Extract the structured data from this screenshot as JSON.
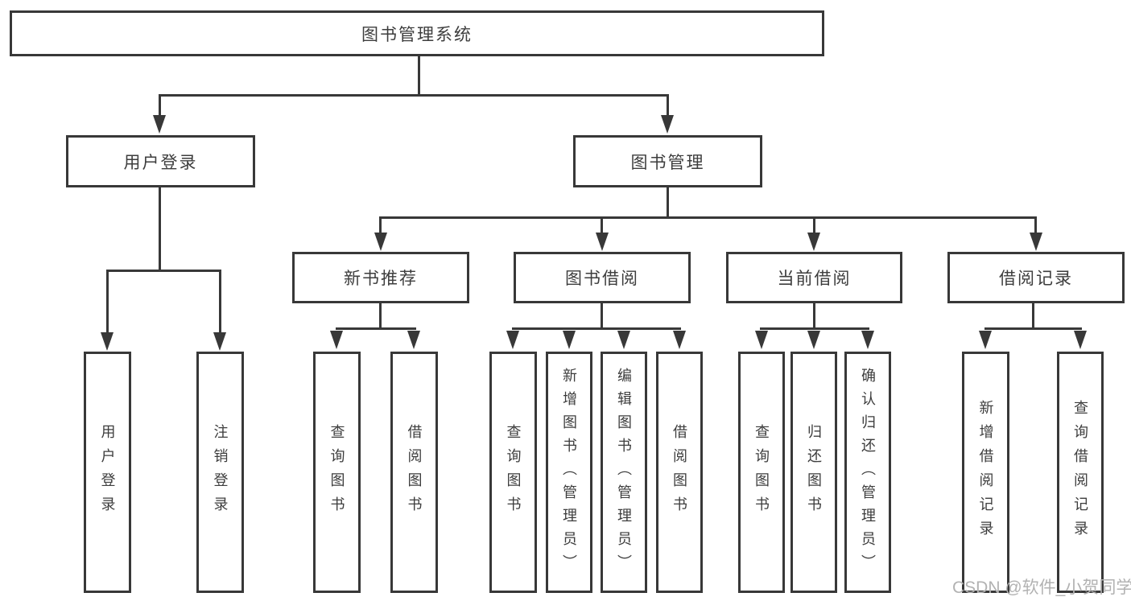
{
  "diagram": {
    "title": "图书管理系统",
    "watermark": "CSDN @软件_小贺同学",
    "colors": {
      "line": "#383838",
      "text": "#3d3d3d",
      "background": "#ffffff",
      "watermark": "#b2b2b2"
    },
    "nodes": {
      "root": "图书管理系统",
      "login": "用户登录",
      "mgmt": "图书管理",
      "leaf_login": "用户登录",
      "leaf_logout": "注销登录",
      "rec": "新书推荐",
      "borrow": "图书借阅",
      "current": "当前借阅",
      "records": "借阅记录",
      "rec_query": "查询图书",
      "rec_borrow": "借阅图书",
      "bor_query": "查询图书",
      "bor_add": "新增图书（管理员）",
      "bor_edit": "编辑图书（管理员）",
      "bor_borrow": "借阅图书",
      "cur_query": "查询图书",
      "cur_return": "归还图书",
      "cur_confirm": "确认归还（管理员）",
      "recs_add": "新增借阅记录",
      "recs_query": "查询借阅记录"
    },
    "structure": {
      "label": "图书管理系统",
      "children": [
        {
          "label": "用户登录",
          "children": [
            {
              "label": "用户登录"
            },
            {
              "label": "注销登录"
            }
          ]
        },
        {
          "label": "图书管理",
          "children": [
            {
              "label": "新书推荐",
              "children": [
                {
                  "label": "查询图书"
                },
                {
                  "label": "借阅图书"
                }
              ]
            },
            {
              "label": "图书借阅",
              "children": [
                {
                  "label": "查询图书"
                },
                {
                  "label": "新增图书（管理员）"
                },
                {
                  "label": "编辑图书（管理员）"
                },
                {
                  "label": "借阅图书"
                }
              ]
            },
            {
              "label": "当前借阅",
              "children": [
                {
                  "label": "查询图书"
                },
                {
                  "label": "归还图书"
                },
                {
                  "label": "确认归还（管理员）"
                }
              ]
            },
            {
              "label": "借阅记录",
              "children": [
                {
                  "label": "新增借阅记录"
                },
                {
                  "label": "查询借阅记录"
                }
              ]
            }
          ]
        }
      ]
    }
  }
}
